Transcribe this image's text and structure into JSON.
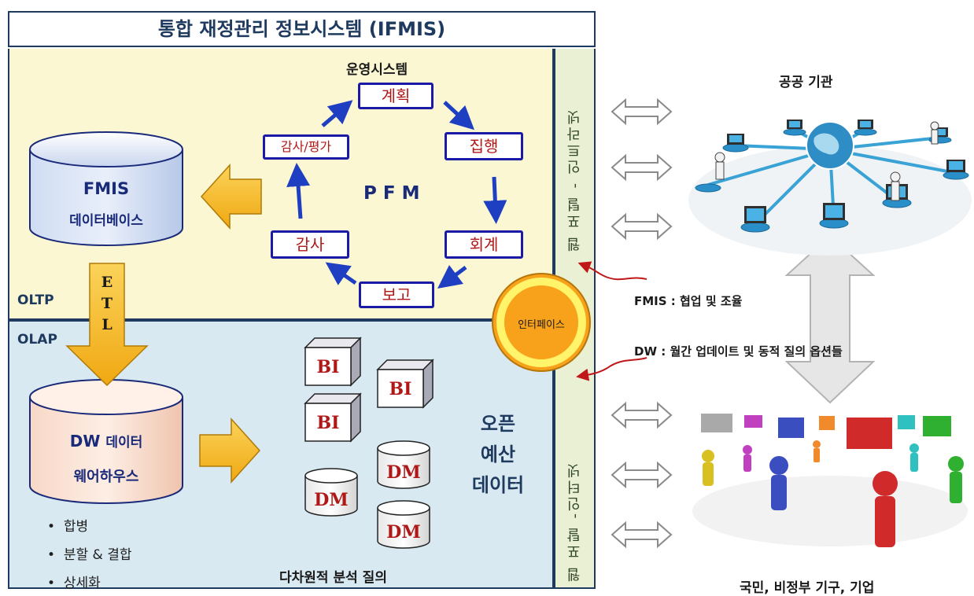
{
  "title": "통합 재정관리 정보시스템 (IFMIS)",
  "ops_system_label": "운영시스템",
  "pfm_label": "P F M",
  "cycle": {
    "plan": "계획",
    "execute": "집행",
    "account": "회계",
    "report": "보고",
    "audit": "감사",
    "audit_eval": "감사/평가"
  },
  "fmis_db": {
    "line1": "FMIS",
    "line2": "데이터베이스"
  },
  "oltp_label": "OLTP",
  "olap_label": "OLAP",
  "etl_letters": [
    "E",
    "T",
    "L"
  ],
  "dw": {
    "line1_bold": "DW",
    "line1_rest": "데이터",
    "line2": "웨어하우스"
  },
  "dw_bullets": [
    "합병",
    "분할 & 결합",
    "상세화"
  ],
  "bi_label": "BI",
  "dm_label": "DM",
  "multidim_label": "다차원적 분석 질의",
  "open_budget": [
    "오픈",
    "예산",
    "데이터"
  ],
  "interface_label": "인터페이스",
  "portal_top": "웹 포털 - 인트라넷",
  "portal_bottom": "웹 포탈 -인터넷",
  "public_agencies": "공공 기관",
  "citizens": "국민, 비정부 기구, 기업",
  "fmis_note": "FMIS : 협업 및 조율",
  "dw_note": "DW : 월간 업데이트 및 동적 질의 옵션들",
  "colors": {
    "frame": "#1f3a5f",
    "box_border": "#1a1aa6",
    "box_text": "#b01818",
    "orange": "#f6b71d",
    "arrow_blue": "#1f3fc2"
  }
}
